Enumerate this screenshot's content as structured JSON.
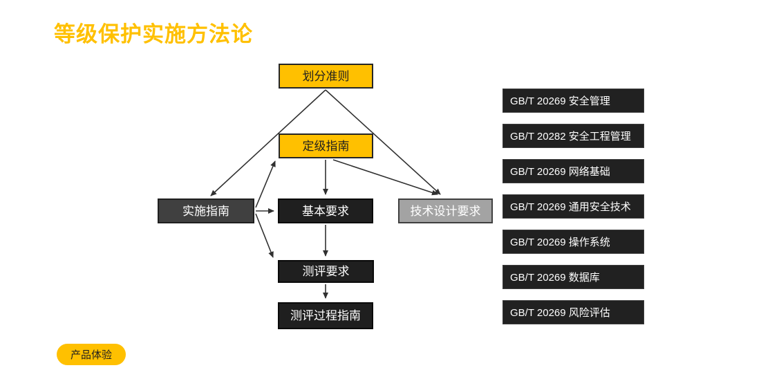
{
  "slide": {
    "title": "等级保护实施方法论"
  },
  "flowchart": {
    "nodes": [
      {
        "id": "classification-criteria",
        "label": "划分准则",
        "style": "yellow"
      },
      {
        "id": "grading-guide",
        "label": "定级指南",
        "style": "yellow"
      },
      {
        "id": "implementation-guide",
        "label": "实施指南",
        "style": "midgray"
      },
      {
        "id": "basic-requirements",
        "label": "基本要求",
        "style": "black"
      },
      {
        "id": "technical-design-requirements",
        "label": "技术设计要求",
        "style": "gray"
      },
      {
        "id": "evaluation-requirements",
        "label": "测评要求",
        "style": "black"
      },
      {
        "id": "evaluation-process-guide",
        "label": "测评过程指南",
        "style": "black"
      }
    ],
    "edges": [
      {
        "from": "划分准则",
        "to": "实施指南"
      },
      {
        "from": "划分准则",
        "to": "技术设计要求"
      },
      {
        "from": "实施指南",
        "to": "定级指南"
      },
      {
        "from": "实施指南",
        "to": "基本要求"
      },
      {
        "from": "实施指南",
        "to": "测评要求"
      },
      {
        "from": "定级指南",
        "to": "基本要求"
      },
      {
        "from": "定级指南",
        "to": "技术设计要求"
      },
      {
        "from": "基本要求",
        "to": "测评要求"
      },
      {
        "from": "测评要求",
        "to": "测评过程指南"
      }
    ]
  },
  "standards": {
    "items": [
      "GB/T 20269 安全管理",
      "GB/T 20282 安全工程管理",
      "GB/T 20269 网络基础",
      "GB/T 20269 通用安全技术",
      "GB/T 20269 操作系统",
      "GB/T 20269 数据库",
      "GB/T 20269 风险评估"
    ]
  },
  "footer": {
    "cta_label": "产品体验"
  },
  "colors": {
    "accent_yellow": "#FFC000",
    "dark_box": "#212121",
    "mid_gray_box": "#404040",
    "light_gray_box": "#A3A3A3",
    "arrow": "#303030"
  }
}
